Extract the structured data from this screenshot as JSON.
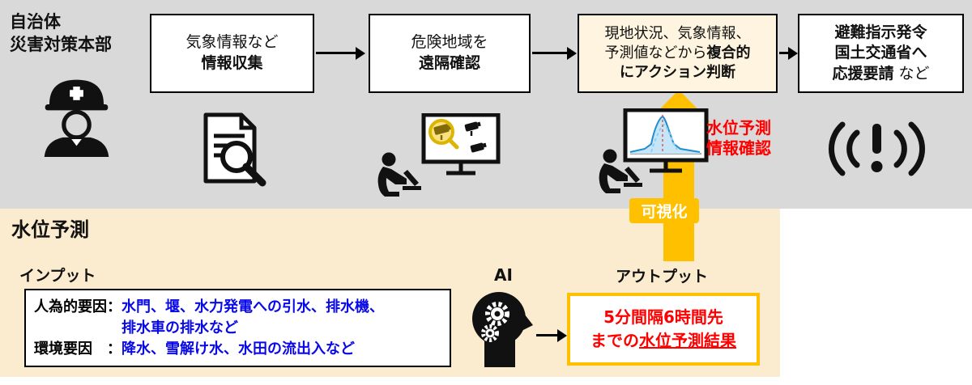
{
  "colors": {
    "gray_band": "#d9d9d9",
    "cream_band": "#fbeccf",
    "step3_bg": "#fef4df",
    "gold": "#ffc000",
    "red": "#ff0000",
    "blue": "#0909e8",
    "black": "#111111"
  },
  "header": {
    "org_line1": "自治体",
    "org_line2": "災害対策本部"
  },
  "flow": {
    "step1": {
      "line1": "気象情報など",
      "line2": "情報収集"
    },
    "step2": {
      "line1": "危険地域を",
      "line2": "遠隔確認"
    },
    "step3": {
      "line1": "現地状況、気象情報、",
      "line2a": "予測値などから",
      "line2b": "複合的",
      "line3": "にアクション判断"
    },
    "step4": {
      "line1": "避難指示発令",
      "line2": "国土交通省へ",
      "line3a": "応援要請",
      "line3b": "など"
    }
  },
  "annotations": {
    "note_line1": "水位予測",
    "note_line2": "情報確認",
    "visualization": "可視化"
  },
  "prediction": {
    "title": "水位予測",
    "input_label": "インプット",
    "ai_label": "AI",
    "output_label": "アウトプット",
    "factor1_label": "人為的要因：",
    "factor1_value1": "水門、堰、水力発電への引水、排水機、",
    "factor1_value2": "排水車の排水など",
    "factor2_label": "環境要因　：",
    "factor2_value": "降水、雪解け水、水田の流出入など",
    "output_line1": "5分間隔6時間先",
    "output_line2a": "までの",
    "output_line2b": "水位予測結果"
  }
}
